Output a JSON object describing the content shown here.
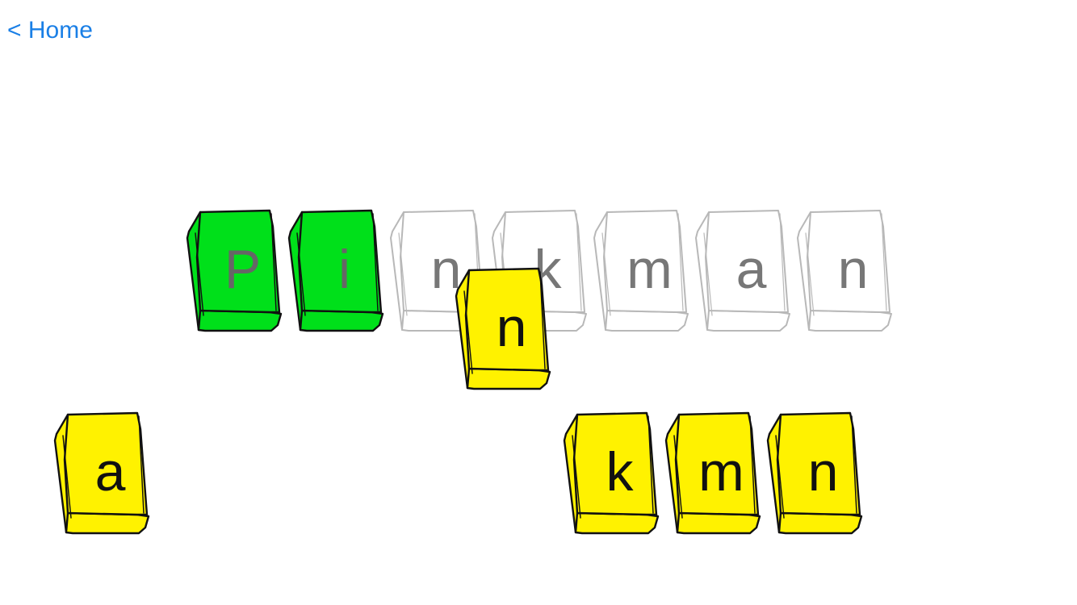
{
  "nav": {
    "home_label": "< Home"
  },
  "target_word": {
    "letters": [
      "P",
      "i",
      "n",
      "k",
      "m",
      "a",
      "n"
    ],
    "solved_count": 2
  },
  "available_tiles": [
    {
      "letter": "a"
    },
    {
      "letter": "k"
    },
    {
      "letter": "m"
    },
    {
      "letter": "n"
    }
  ],
  "dragged_tile": {
    "letter": "n"
  },
  "colors": {
    "link": "#1a7fe6",
    "solved_tile_fill": "#00e01a",
    "available_tile_fill": "#fff200",
    "slot_outline": "#b8b8b8",
    "tile_outline": "#111111"
  }
}
